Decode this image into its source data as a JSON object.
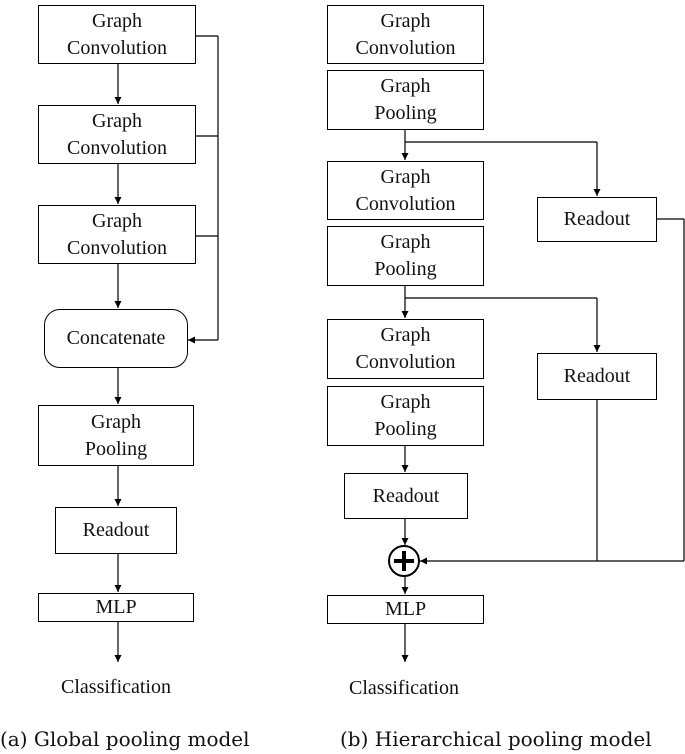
{
  "panel_a": {
    "nodes": [
      {
        "id": "a-conv1",
        "lines": [
          "Graph",
          "Convolution"
        ]
      },
      {
        "id": "a-conv2",
        "lines": [
          "Graph",
          "Convolution"
        ]
      },
      {
        "id": "a-conv3",
        "lines": [
          "Graph",
          "Convolution"
        ]
      },
      {
        "id": "a-concat",
        "lines": [
          "Concatenate"
        ]
      },
      {
        "id": "a-pool",
        "lines": [
          "Graph",
          "Pooling"
        ]
      },
      {
        "id": "a-readout",
        "lines": [
          "Readout"
        ]
      },
      {
        "id": "a-mlp",
        "lines": [
          "MLP"
        ]
      }
    ],
    "output": "Classification",
    "caption": "(a) Global pooling model"
  },
  "panel_b": {
    "nodes": [
      {
        "id": "b-conv1",
        "lines": [
          "Graph",
          "Convolution"
        ]
      },
      {
        "id": "b-pool1",
        "lines": [
          "Graph",
          "Pooling"
        ]
      },
      {
        "id": "b-conv2",
        "lines": [
          "Graph",
          "Convolution"
        ]
      },
      {
        "id": "b-pool2",
        "lines": [
          "Graph",
          "Pooling"
        ]
      },
      {
        "id": "b-conv3",
        "lines": [
          "Graph",
          "Convolution"
        ]
      },
      {
        "id": "b-pool3",
        "lines": [
          "Graph",
          "Pooling"
        ]
      },
      {
        "id": "b-readout1",
        "lines": [
          "Readout"
        ]
      },
      {
        "id": "b-readout2",
        "lines": [
          "Readout"
        ]
      },
      {
        "id": "b-readout3",
        "lines": [
          "Readout"
        ]
      },
      {
        "id": "b-mlp",
        "lines": [
          "MLP"
        ]
      }
    ],
    "sum_node": "plus-icon",
    "output": "Classification",
    "caption": "(b) Hierarchical pooling model"
  }
}
